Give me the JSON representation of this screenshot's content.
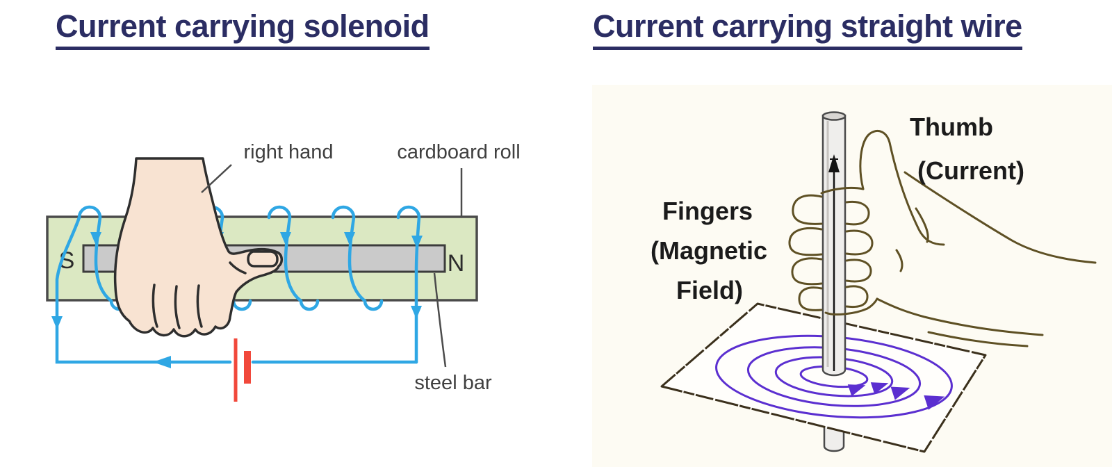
{
  "left_panel": {
    "title": "Current carrying solenoid",
    "labels": {
      "right_hand": "right hand",
      "cardboard_roll": "cardboard roll",
      "steel_bar": "steel bar",
      "pole_south": "S",
      "pole_north": "N"
    },
    "colors": {
      "title": "#2b2d63",
      "label_text": "#3f3f3f",
      "roll_fill": "#dbe8c2",
      "roll_border": "#4b4b4b",
      "bar_fill": "#cacaca",
      "bar_border": "#3c3c3c",
      "coil_wire": "#2fa7e4",
      "battery": "#f1483b",
      "hand_fill": "#f8e3d2",
      "hand_outline": "#2e2e2e"
    }
  },
  "right_panel": {
    "title": "Current carrying straight wire",
    "labels": {
      "thumb_line1": "Thumb",
      "thumb_line2": "(Current)",
      "fingers_line1": "Fingers",
      "fingers_line2": "(Magnetic",
      "fingers_line3": "Field)"
    },
    "colors": {
      "title": "#2b2d63",
      "label_text": "#1b1b1b",
      "field_line": "#5b2fd0",
      "hand_outline": "#5e5024",
      "rod_fill": "#efeeec",
      "rod_border": "#4a4a4a",
      "current_arrow": "#141414",
      "plane_border": "#3b301c",
      "paper_background": "#fdfbf3"
    }
  }
}
